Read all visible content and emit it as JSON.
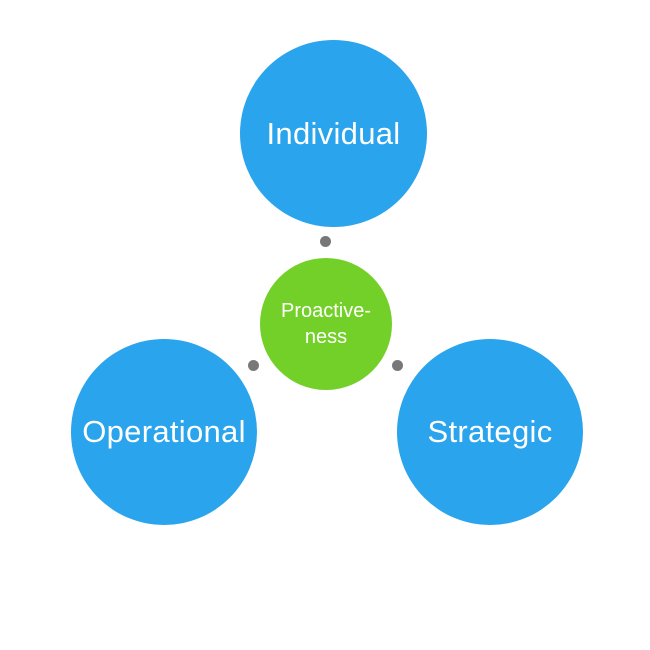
{
  "diagram": {
    "type": "hub-and-spoke",
    "background_color": "#FFFFFF",
    "label_text_color": "#FFFFFF",
    "connector_dot_color": "#787878",
    "center": {
      "label_line1": "Proactive-",
      "label_line2": "ness",
      "color": "#73D028"
    },
    "nodes": [
      {
        "label": "Individual",
        "position": "top",
        "color": "#2AA4EC"
      },
      {
        "label": "Operational",
        "position": "bottom-left",
        "color": "#2AA4EC"
      },
      {
        "label": "Strategic",
        "position": "bottom-right",
        "color": "#2AA4EC"
      }
    ]
  }
}
